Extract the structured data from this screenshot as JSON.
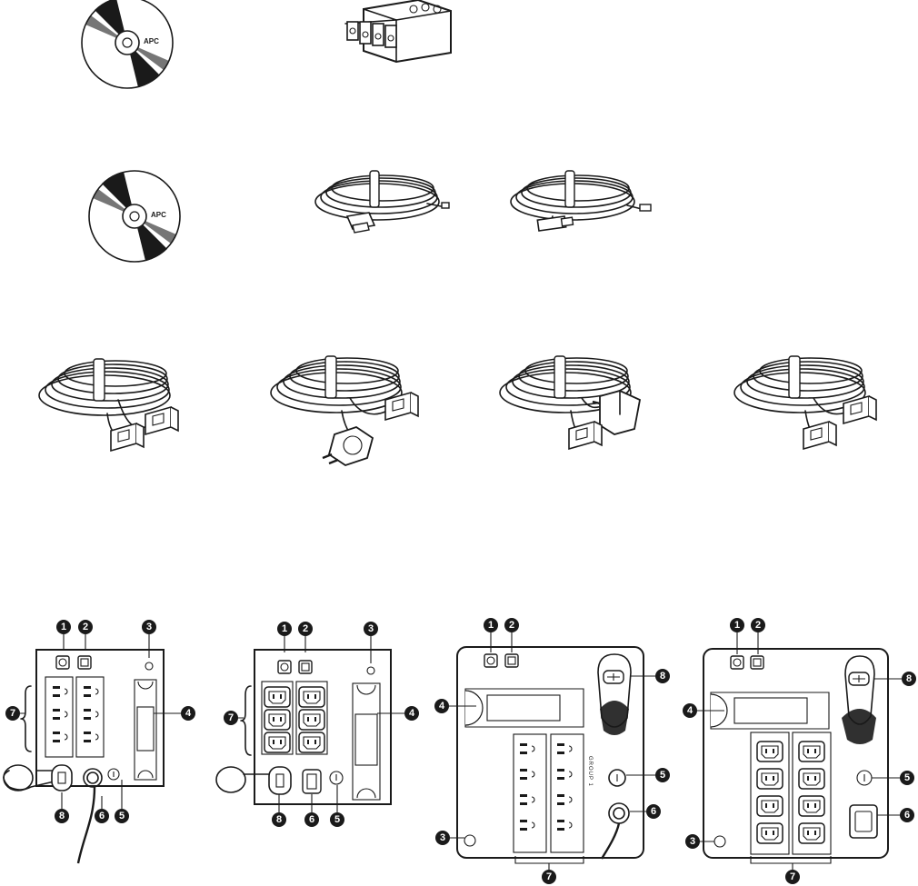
{
  "cd_logo": "APC",
  "group_label": "GROUP 1",
  "callouts": {
    "c1": "1",
    "c2": "2",
    "c3": "3",
    "c4": "4",
    "c5": "5",
    "c6": "6",
    "c7": "7",
    "c8": "8"
  }
}
